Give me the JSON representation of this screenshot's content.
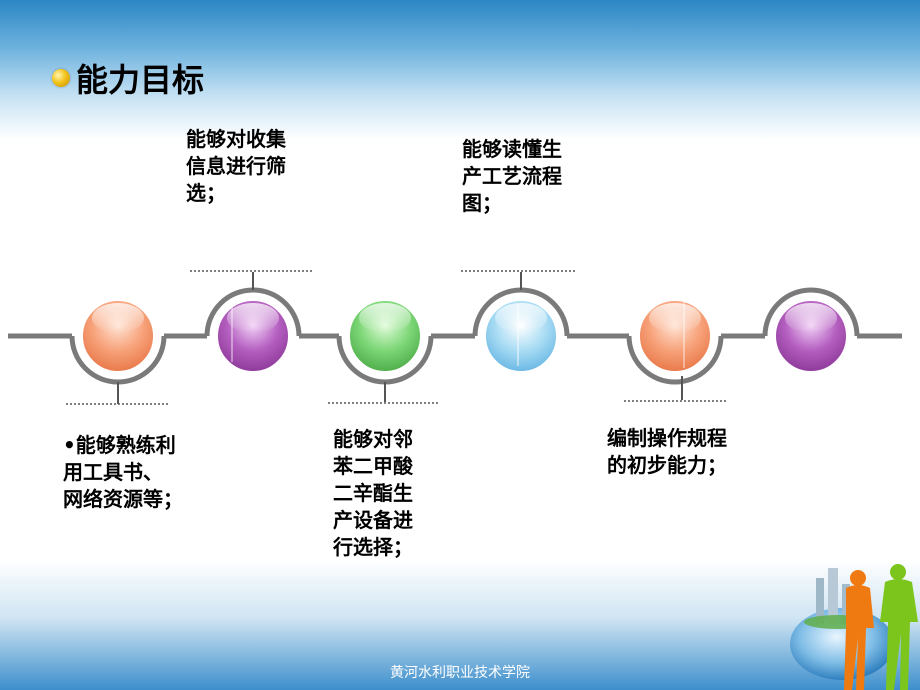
{
  "title": "能力目标",
  "labels": [
    "能够对收集\n信息进行筛\n选；",
    "能够读懂生\n产工艺流程\n图；",
    "•能够熟练利\n用工具书、\n网络资源等；",
    "能够对邻\n苯二甲酸\n二辛酯生\n产设备进\n行选择；",
    "编制操作规程\n的初步能力；"
  ],
  "footer": "黄河水利职业技术学院",
  "colors": {
    "orange": "#f39a6e",
    "purple": "#a64fb2",
    "green": "#6fcf6a",
    "blue": "#8fcdee",
    "track": "#7a7a7a"
  }
}
